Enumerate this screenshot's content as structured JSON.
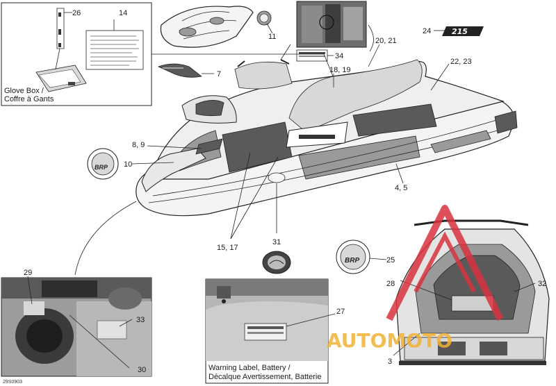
{
  "callouts": {
    "c26": "26",
    "c14": "14",
    "c11": "11",
    "c24": "24",
    "c34": "34",
    "c2021": "20, 21",
    "c7": "7",
    "c1819": "18, 19",
    "c2223": "22, 23",
    "c89": "8, 9",
    "c10": "10",
    "c45": "4, 5",
    "c1517": "15, 17",
    "c31": "31",
    "c25": "25",
    "c28": "28",
    "c32": "32",
    "c29": "29",
    "c33": "33",
    "c30": "30",
    "c27": "27",
    "c3": "3"
  },
  "captions": {
    "glove_box_line1": "Glove Box /",
    "glove_box_line2": "Coffre à Gants",
    "warning_line1": "Warning Label, Battery /",
    "warning_line2": "Décalque Avertissement, Batterie"
  },
  "decal_215": "215",
  "logo_text": "BRP",
  "diagram_code": "29S0903",
  "watermark": {
    "text": "AUTOMOTO",
    "color": "#f2b233",
    "triangle_color": "#d9333f"
  }
}
